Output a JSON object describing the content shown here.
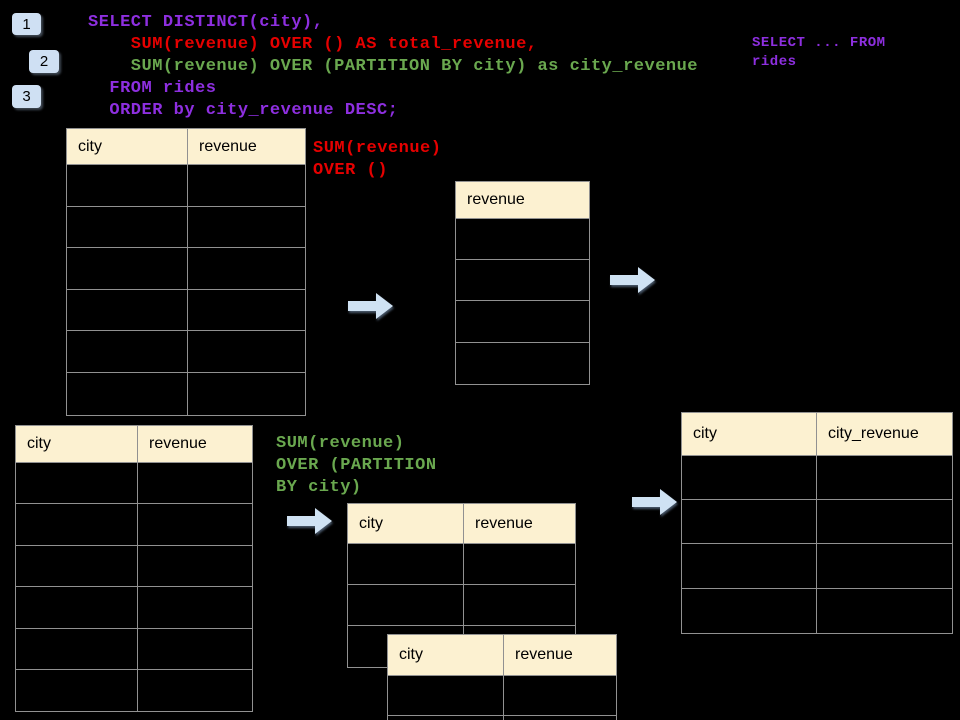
{
  "colors": {
    "background": "#000000",
    "purple": "#8e2fe0",
    "red": "#e60000",
    "green": "#6aa84f",
    "header_bg": "#fcf1d1",
    "border": "#919191",
    "arrow": "#cfe2f3",
    "badge": "#cfe0f3"
  },
  "icons": {
    "flow_arrow": "right-arrow"
  },
  "badges": [
    {
      "label": "1"
    },
    {
      "label": "2"
    },
    {
      "label": "3"
    }
  ],
  "sql": {
    "lines": [
      {
        "text": "SELECT DISTINCT(city),",
        "color": "purple"
      },
      {
        "text": "    SUM(revenue) OVER () AS total_revenue,",
        "color": "red"
      },
      {
        "text": "    SUM(revenue) OVER (PARTITION BY city) as city_revenue",
        "color": "green"
      },
      {
        "text": "  FROM rides",
        "color": "purple"
      },
      {
        "text": "  ORDER by city_revenue DESC;",
        "color": "purple"
      }
    ]
  },
  "side_note": {
    "lines": [
      "SELECT ... FROM",
      "rides"
    ]
  },
  "annotations": {
    "total": {
      "color": "red",
      "lines": [
        "SUM(revenue)",
        "OVER ()"
      ]
    },
    "partition": {
      "color": "green",
      "lines": [
        "SUM(revenue)",
        "OVER (PARTITION",
        "BY city)"
      ]
    }
  },
  "tables": {
    "source_rides_top": {
      "headers": [
        "city",
        "revenue"
      ],
      "rows": 6
    },
    "total_revenue_result": {
      "headers": [
        "revenue"
      ],
      "rows": 4
    },
    "source_rides_bottom": {
      "headers": [
        "city",
        "revenue"
      ],
      "rows": 6
    },
    "partition_step": {
      "headers": [
        "city",
        "revenue"
      ],
      "rows": 3
    },
    "partition_step_overlay": {
      "headers": [
        "city",
        "revenue"
      ],
      "rows": 2
    },
    "city_revenue_result": {
      "headers": [
        "city",
        "city_revenue"
      ],
      "rows": 4
    }
  }
}
